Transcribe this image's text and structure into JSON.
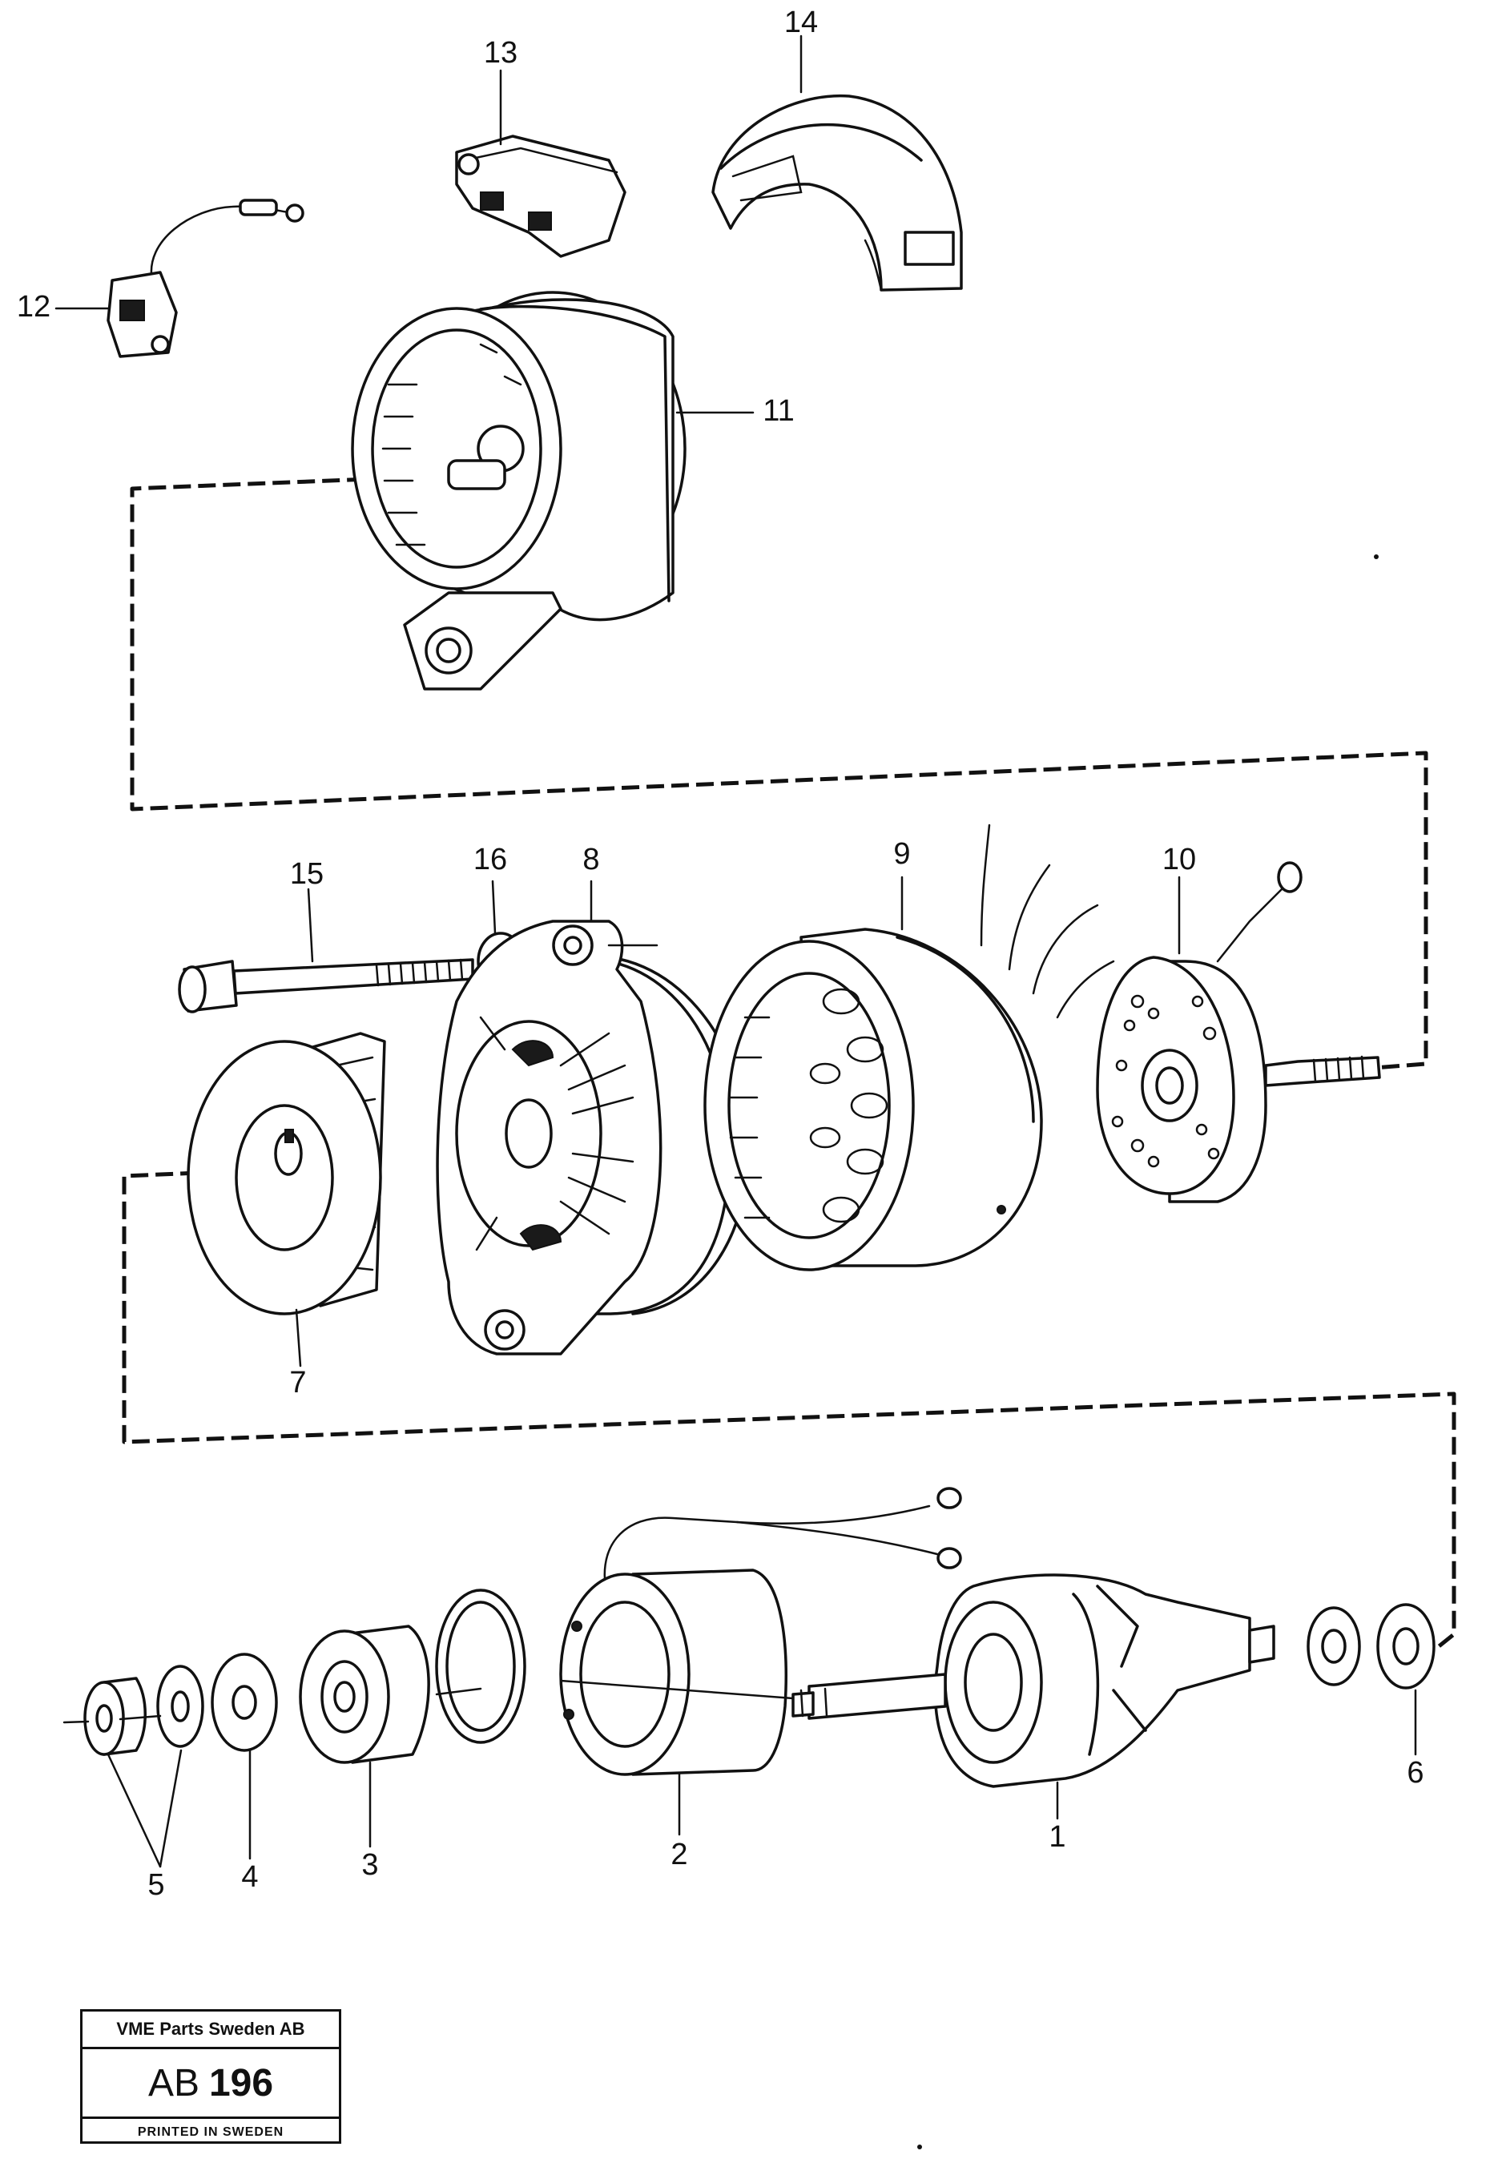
{
  "labels": {
    "p1": "1",
    "p2": "2",
    "p3": "3",
    "p4": "4",
    "p5": "5",
    "p6": "6",
    "p7": "7",
    "p8": "8",
    "p9": "9",
    "p10": "10",
    "p11": "11",
    "p12": "12",
    "p13": "13",
    "p14": "14",
    "p15": "15",
    "p16": "16"
  },
  "stamp": {
    "company": "VME Parts Sweden AB",
    "code_prefix": "AB",
    "code_number": "196",
    "printed": "PRINTED IN SWEDEN"
  }
}
